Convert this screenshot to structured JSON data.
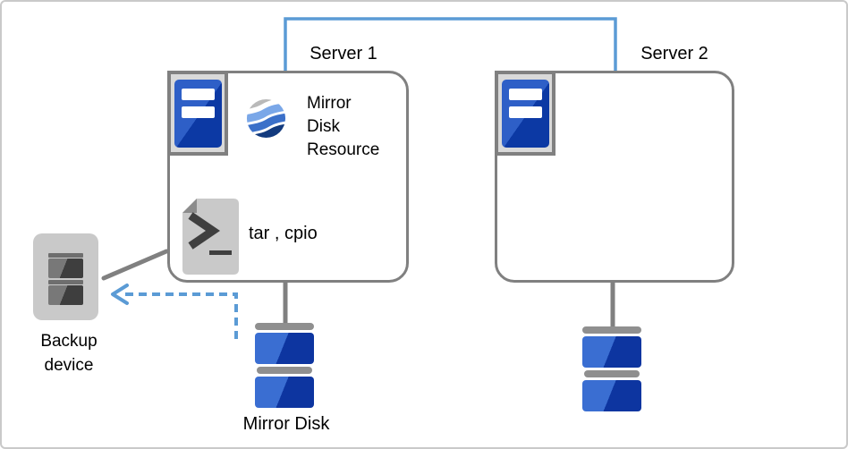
{
  "labels": {
    "server1": "Server 1",
    "server2": "Server 2",
    "mirror_disk_resource": [
      "Mirror",
      "Disk",
      "Resource"
    ],
    "tar_cpio": "tar , cpio",
    "backup_device": [
      "Backup",
      "device"
    ],
    "mirror_disk": "Mirror Disk"
  },
  "icons": {
    "server": "server-tower-icon",
    "mirror_disk_resource": "wave-sphere-icon",
    "shell_script": "script-document-icon",
    "backup_device": "tape-drive-icon",
    "mirror_disk": "disk-stack-icon",
    "arrow": "dashed-left-arrow"
  },
  "colors": {
    "wire_blue": "#5b9bd5",
    "line_gray": "#808080",
    "box_fill": "#d9d9d9",
    "tower_light": "#2e5fc7",
    "tower_dark": "#0c39a4",
    "disk_light": "#3a6ed2",
    "disk_dark": "#0d35a0",
    "cap_gray": "#8f8f8f",
    "globe_gray": "#b9b9b9",
    "globe_light": "#7aa7e8",
    "globe_mid": "#3b70c9",
    "globe_dark": "#123a7e",
    "page_gray": "#c9c9c9",
    "fold_gray": "#8c8c8c",
    "glyph_dark": "#3f3f3f",
    "device_fill": "#c9c9c9",
    "tape_light": "#787878",
    "tape_dark": "#3e3e3e",
    "tape_bar": "#6e6e6e",
    "text_black": "#000000",
    "canvas_border": "#c9c9c9"
  }
}
